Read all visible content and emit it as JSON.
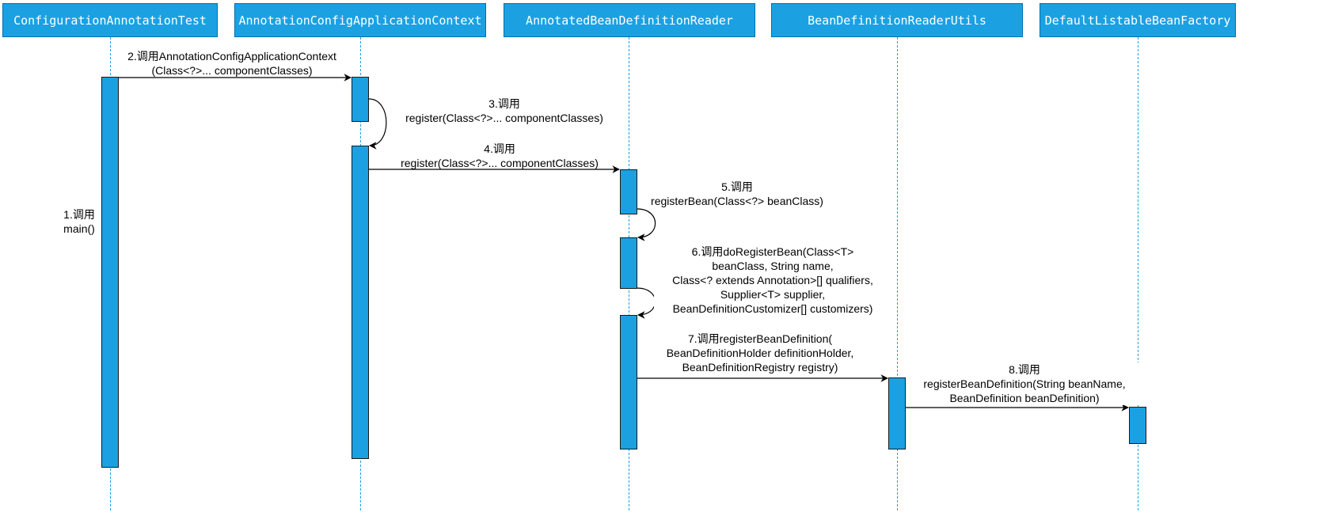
{
  "participants": [
    "ConfigurationAnnotationTest",
    "AnnotationConfigApplicationContext",
    "AnnotatedBeanDefinitionReader",
    "BeanDefinitionReaderUtils",
    "DefaultListableBeanFactory"
  ],
  "messages": {
    "m1": "1.调用\nmain()",
    "m2": "2.调用AnnotationConfigApplicationContext\n(Class<?>... componentClasses)",
    "m3": "3.调用\nregister(Class<?>... componentClasses)",
    "m4": "4.调用\nregister(Class<?>... componentClasses)",
    "m5": "5.调用\nregisterBean(Class<?> beanClass)",
    "m6": "6.调用doRegisterBean(Class<T>\nbeanClass, String name,\nClass<? extends Annotation>[] qualifiers,\nSupplier<T> supplier,\nBeanDefinitionCustomizer[] customizers)",
    "m7": "7.调用registerBeanDefinition(\nBeanDefinitionHolder definitionHolder,\nBeanDefinitionRegistry registry)",
    "m8": "8.调用\nregisterBeanDefinition(String beanName,\nBeanDefinition beanDefinition)"
  },
  "colors": {
    "participant_fill": "#1ba1e2",
    "participant_border": "#006eaf",
    "participant_text": "#ffffff",
    "activation_border": "#1a1a1a",
    "arrow": "#000000"
  }
}
